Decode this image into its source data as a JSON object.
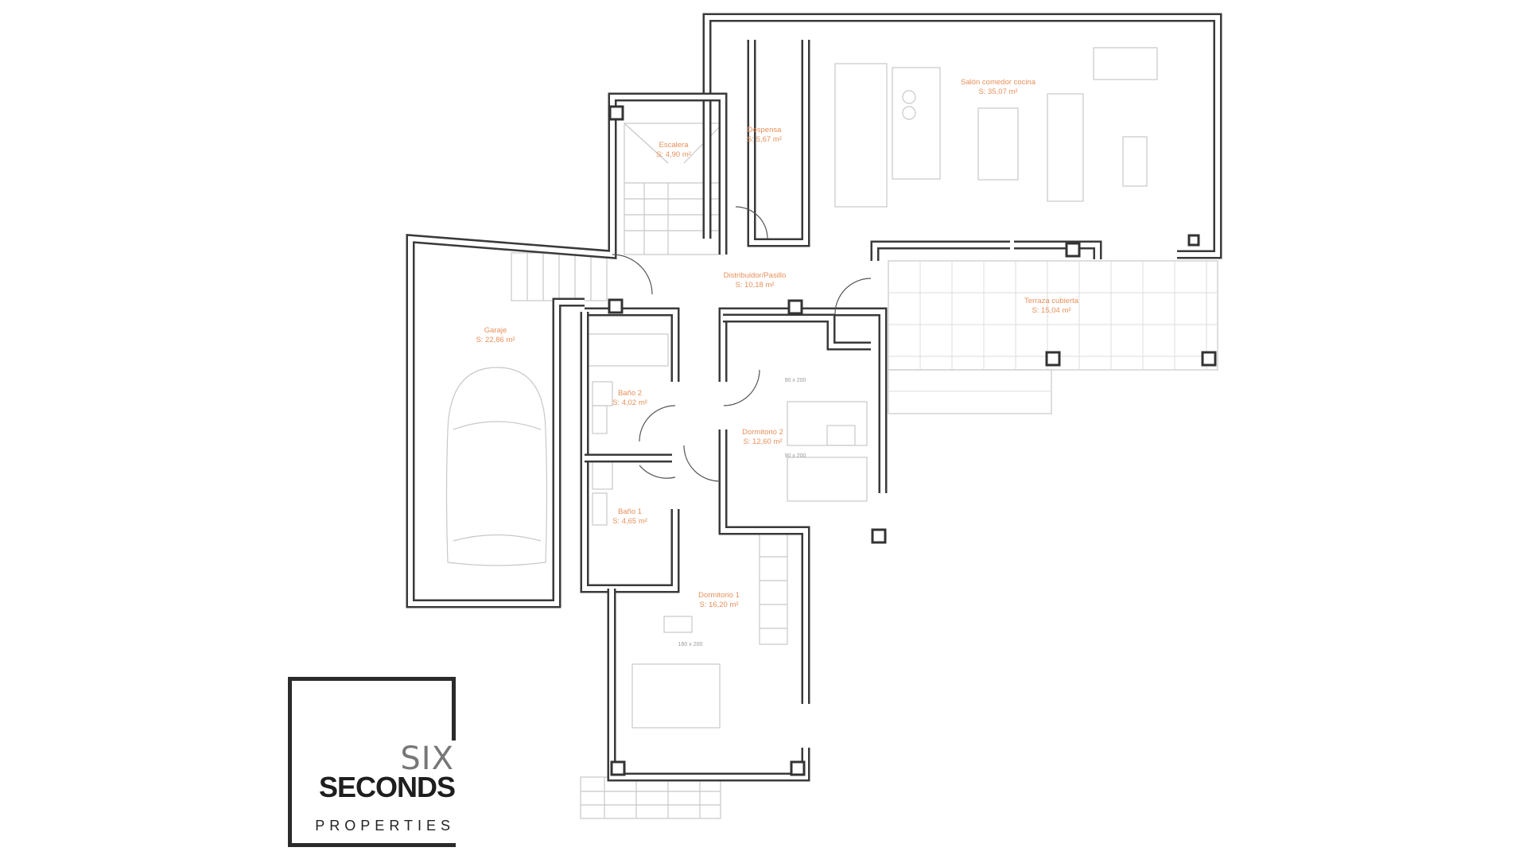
{
  "rooms": [
    {
      "name": "Salón comedor cocina",
      "area": "S: 35,07 m²"
    },
    {
      "name": "Despensa",
      "area": "S: 5,67 m²"
    },
    {
      "name": "Escalera",
      "area": "S: 4,90 m²"
    },
    {
      "name": "Distribuidor/Pasillo",
      "area": "S: 10,18 m²"
    },
    {
      "name": "Terraza cubierta",
      "area": "S: 15,04 m²"
    },
    {
      "name": "Garaje",
      "area": "S: 22,86 m²"
    },
    {
      "name": "Baño 2",
      "area": "S: 4,02 m²"
    },
    {
      "name": "Dormitorio 2",
      "area": "S: 12,60 m²"
    },
    {
      "name": "Baño 1",
      "area": "S: 4,65 m²"
    },
    {
      "name": "Dormitorio 1",
      "area": "S: 16,20 m²"
    }
  ],
  "bed_sizes": [
    "90 x 200",
    "90 x 200",
    "160 x 200"
  ],
  "logo": {
    "line1": "SIX",
    "line2": "SECONDS",
    "line3": "PROPERTIES"
  },
  "colors": {
    "label": "#e8905a",
    "wall": "#3a3a3a"
  }
}
